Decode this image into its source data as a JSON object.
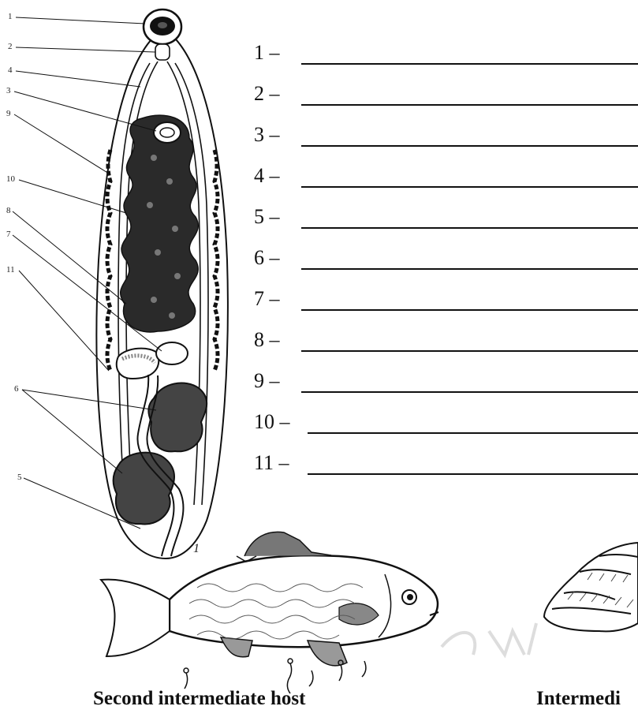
{
  "figure": {
    "callouts": [
      "1",
      "2",
      "3",
      "4",
      "5",
      "6",
      "7",
      "8",
      "9",
      "10",
      "11"
    ],
    "answer_rows": [
      {
        "label": "1 –",
        "blank": ""
      },
      {
        "label": "2 –",
        "blank": ""
      },
      {
        "label": "3 –",
        "blank": ""
      },
      {
        "label": "4 –",
        "blank": ""
      },
      {
        "label": "5 –",
        "blank": ""
      },
      {
        "label": "6 –",
        "blank": ""
      },
      {
        "label": "7 –",
        "blank": ""
      },
      {
        "label": "8 –",
        "blank": ""
      },
      {
        "label": "9 –",
        "blank": ""
      },
      {
        "label": "10 –",
        "blank": ""
      },
      {
        "label": "11 –",
        "blank": ""
      }
    ],
    "corner_mark": "1",
    "captions": {
      "fish": "Second intermediate host",
      "snail": "Intermedi"
    }
  },
  "colors": {
    "ink": "#111111",
    "background": "#ffffff"
  }
}
